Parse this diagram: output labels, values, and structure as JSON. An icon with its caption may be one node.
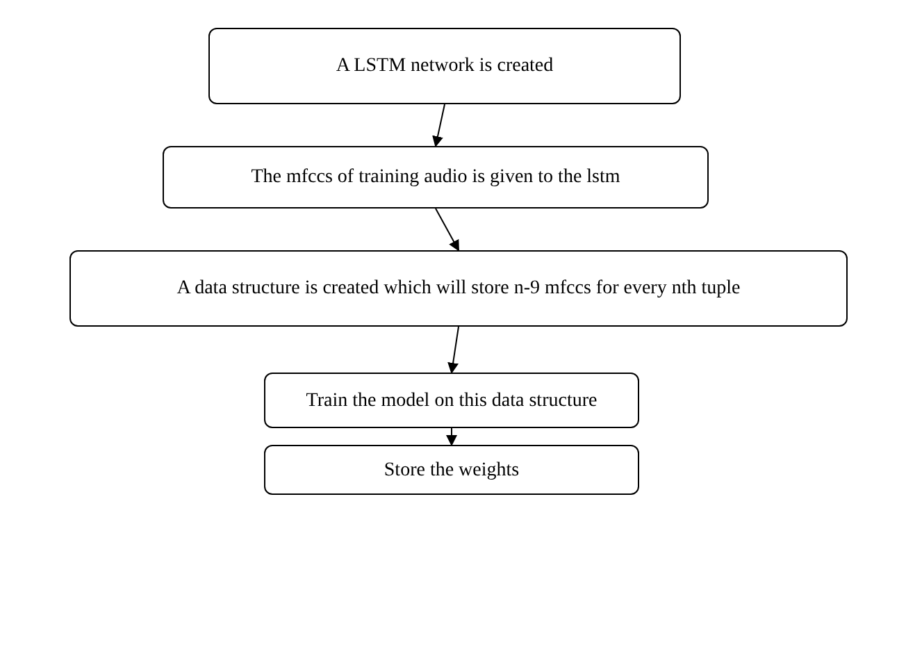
{
  "diagram": {
    "nodes": [
      {
        "text": [
          "A LSTM network is created"
        ]
      },
      {
        "text": [
          "The mfccs of training audio is given to the lstm"
        ]
      },
      {
        "text": [
          "A data structure is created which will store n-9 mfccs for every nth tuple"
        ]
      },
      {
        "text": [
          "Train the model on this data structure"
        ]
      },
      {
        "text": [
          "Store the weights"
        ]
      }
    ],
    "edges": [
      {
        "from": 0,
        "to": 1,
        "arrow": "to"
      },
      {
        "from": 1,
        "to": 2,
        "arrow": "to"
      },
      {
        "from": 2,
        "to": 3,
        "arrow": "to"
      },
      {
        "from": 3,
        "to": 4,
        "arrow": "to"
      }
    ]
  }
}
